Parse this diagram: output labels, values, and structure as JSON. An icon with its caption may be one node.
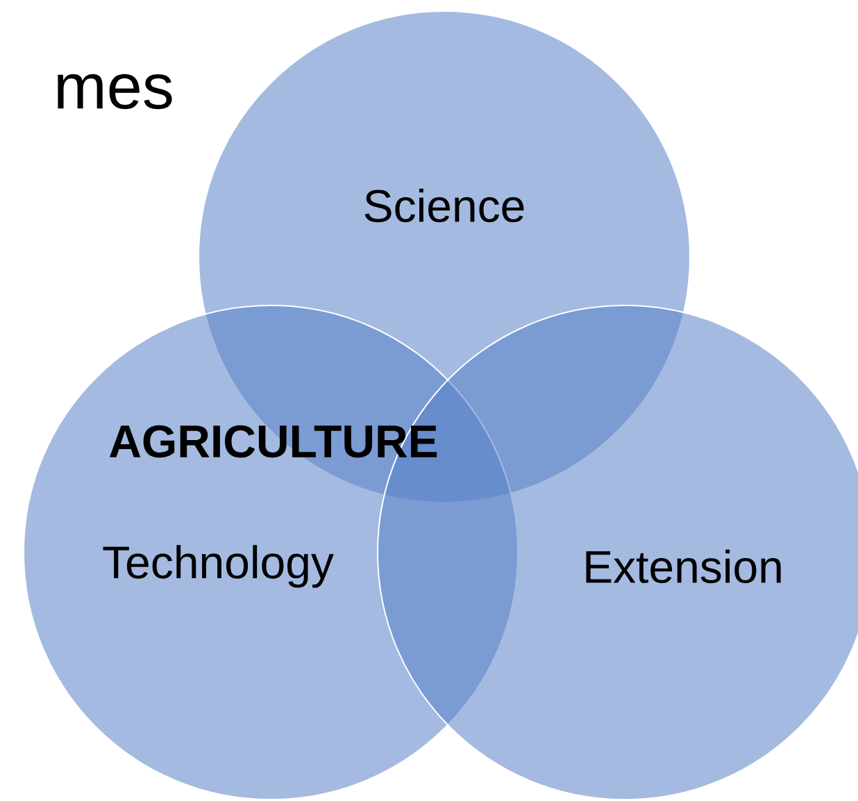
{
  "diagram": {
    "nodes": [
      {
        "text": [
          "Science"
        ]
      },
      {
        "text": [
          "Technology"
        ]
      },
      {
        "text": [
          "Extension"
        ]
      }
    ],
    "labels": [
      "mes",
      "AGRICULTURE"
    ]
  }
}
